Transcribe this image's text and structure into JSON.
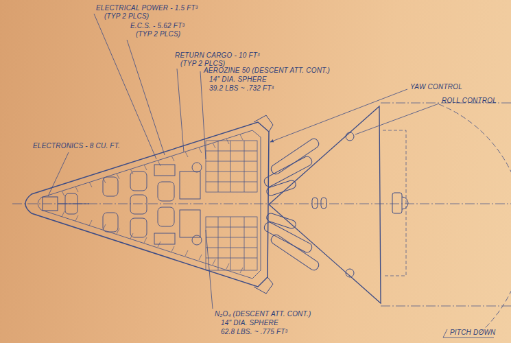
{
  "diagram": {
    "labels": [
      "ELECTRICAL POWER - 1.5 FT³",
      "(TYP 2 PLCS)",
      "E.C.S. - 5.62 FT³",
      "(TYP 2 PLCS)",
      "RETURN CARGO - 10 FT³",
      "(TYP 2 PLCS)",
      "AEROZINE 50 (DESCENT ATT. CONT.)",
      "14\" DIA. SPHERE",
      "39.2 LBS ~ .732 FT³",
      "YAW CONTROL",
      "ROLL CONTROL",
      "ELECTRONICS - 8 CU. FT.",
      "N₂O₄ (DESCENT ATT. CONT.)",
      "14\" DIA. SPHERE",
      "62.8 LBS. ~ .775 FT³",
      "PITCH DOWN"
    ]
  }
}
